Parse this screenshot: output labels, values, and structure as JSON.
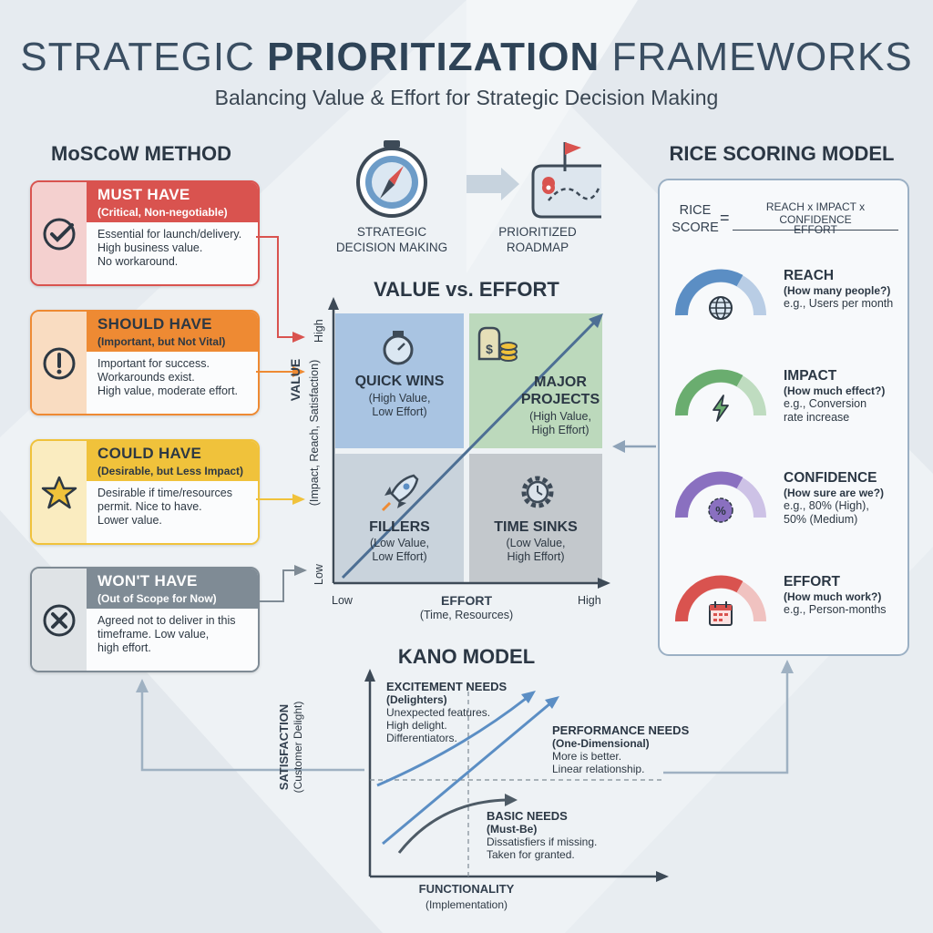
{
  "header": {
    "title_pre": "STRATEGIC ",
    "title_bold": "PRIORITIZATION",
    "title_post": " FRAMEWORKS",
    "subtitle": "Balancing Value & Effort for Strategic Decision Making"
  },
  "moscow": {
    "title": "MoSCoW METHOD",
    "cards": [
      {
        "title": "MUST HAVE",
        "subtitle": "(Critical, Non-negotiable)",
        "lines": [
          "Essential for launch/delivery.",
          "High business value.",
          "No workaround."
        ],
        "color": "#d9534f",
        "icon": "check-icon"
      },
      {
        "title": "SHOULD HAVE",
        "subtitle": "(Important, but Not Vital)",
        "lines": [
          "Important for success.",
          "Workarounds exist.",
          "High value, moderate effort."
        ],
        "color": "#ee8a33",
        "icon": "exclamation-icon"
      },
      {
        "title": "COULD HAVE",
        "subtitle": "(Desirable, but Less Impact)",
        "lines": [
          "Desirable if time/resources",
          "permit. Nice to have.",
          "Lower value."
        ],
        "color": "#f0c23b",
        "icon": "star-icon"
      },
      {
        "title": "WON'T HAVE",
        "subtitle": "(Out of Scope for Now)",
        "lines": [
          "Agreed not to deliver in this",
          "timeframe. Low value,",
          "high effort."
        ],
        "color": "#7f8b95",
        "icon": "x-circle-icon"
      }
    ]
  },
  "flow": {
    "left_label": [
      "STRATEGIC",
      "DECISION MAKING"
    ],
    "right_label": [
      "PRIORITIZED",
      "ROADMAP"
    ]
  },
  "matrix": {
    "title": "VALUE vs. EFFORT",
    "y_label": "VALUE",
    "y_sub": "(Impact, Reach, Satisfaction)",
    "y_high": "High",
    "y_low": "Low",
    "x_label": "EFFORT",
    "x_sub": "(Time, Resources)",
    "x_low": "Low",
    "x_high": "High",
    "quadrants": [
      {
        "title": "QUICK WINS",
        "sub": [
          "(High Value,",
          "Low Effort)"
        ],
        "color": "#a9c4e2"
      },
      {
        "title_lines": [
          "MAJOR",
          "PROJECTS"
        ],
        "sub": [
          "(High Value,",
          "High Effort)"
        ],
        "color": "#bcd9bc"
      },
      {
        "title": "FILLERS",
        "sub": [
          "(Low Value,",
          "Low Effort)"
        ],
        "color": "#c9d3dc"
      },
      {
        "title": "TIME SINKS",
        "sub": [
          "(Low Value,",
          "High Effort)"
        ],
        "color": "#c3c8cc"
      }
    ]
  },
  "rice": {
    "title": "RICE SCORING MODEL",
    "formula_left": [
      "RICE",
      "SCORE"
    ],
    "formula_eq": "=",
    "formula_num": "REACH x IMPACT x CONFIDENCE",
    "formula_den": "EFFORT",
    "items": [
      {
        "title": "REACH",
        "sub": "(How many people?)",
        "ex": [
          "e.g., Users per month"
        ],
        "color": "#5b8ec4",
        "light": "#b9cde5",
        "icon": "globe-icon"
      },
      {
        "title": "IMPACT",
        "sub": "(How much effect?)",
        "ex": [
          "e.g., Conversion",
          "rate increase"
        ],
        "color": "#6aad6f",
        "light": "#bfdcc0",
        "icon": "lightning-icon"
      },
      {
        "title": "CONFIDENCE",
        "sub": "(How sure are we?)",
        "ex": [
          "e.g., 80% (High),",
          "50% (Medium)"
        ],
        "color": "#8a70c0",
        "light": "#cdc2e6",
        "icon": "percent-badge-icon"
      },
      {
        "title": "EFFORT",
        "sub": "(How much work?)",
        "ex": [
          "e.g., Person-months"
        ],
        "color": "#d9534f",
        "light": "#f0c2c0",
        "icon": "calendar-icon"
      }
    ]
  },
  "kano": {
    "title": "KANO MODEL",
    "y_label": "SATISFACTION",
    "y_sub": "(Customer Delight)",
    "x_label": "FUNCTIONALITY",
    "x_sub": "(Implementation)",
    "excitement": {
      "title": "EXCITEMENT NEEDS",
      "sub": "(Delighters)",
      "lines": [
        "Unexpected features.",
        "High delight.",
        "Differentiators."
      ]
    },
    "performance": {
      "title": "PERFORMANCE NEEDS",
      "sub": "(One-Dimensional)",
      "lines": [
        "More is better.",
        "Linear relationship."
      ]
    },
    "basic": {
      "title": "BASIC NEEDS",
      "sub": "(Must-Be)",
      "lines": [
        "Dissatisfiers if missing.",
        "Taken for granted."
      ]
    }
  }
}
